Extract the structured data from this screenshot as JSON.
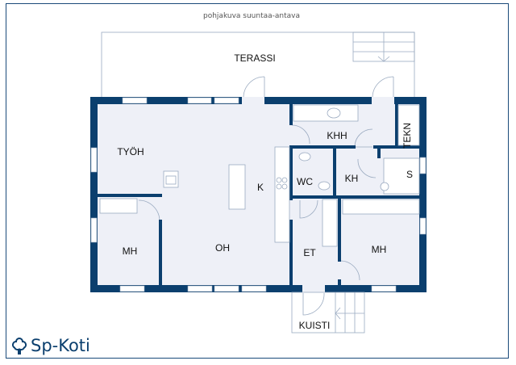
{
  "subtitle": "pohjakuva suuntaa-antava",
  "rooms": {
    "terassi": "TERASSI",
    "tyoh": "TYÖH",
    "khh": "KHH",
    "tekn": "TEKN",
    "k": "K",
    "wc": "WC",
    "kh": "KH",
    "s": "S",
    "mh_left": "MH",
    "oh": "OH",
    "et": "ET",
    "mh_right": "MH",
    "kuisti": "KUISTI"
  },
  "logo": {
    "text": "Sp-Koti"
  },
  "colors": {
    "wall": "#0b3f6e",
    "floor": "#eef0f7"
  }
}
